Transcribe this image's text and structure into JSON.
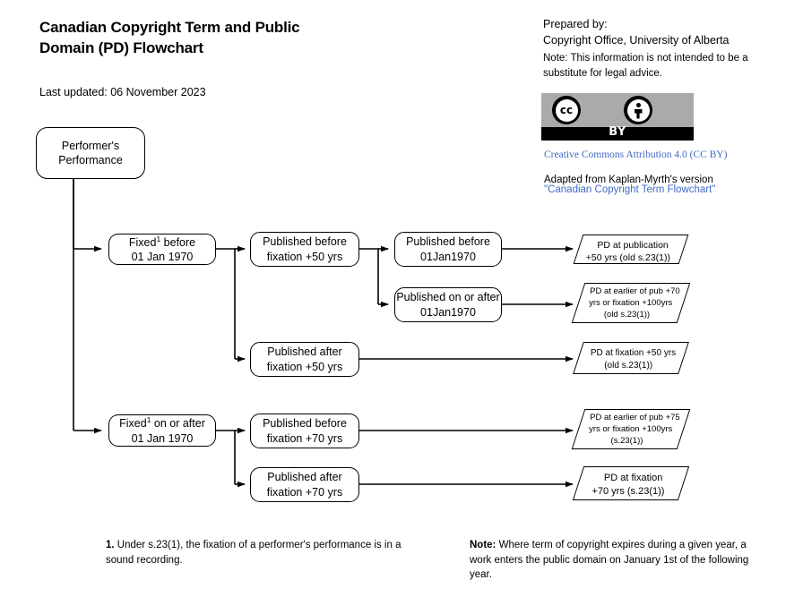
{
  "header": {
    "title": "Canadian Copyright Term and Public Domain (PD) Flowchart",
    "last_updated": "Last updated: 06 November 2023",
    "prepared_by_label": "Prepared by:",
    "prepared_by_org": "Copyright Office, University of Alberta",
    "disclaimer": "Note:  This information is not intended to be a substitute for legal advice.",
    "license_link": "Creative Commons Attribution 4.0 (CC BY)",
    "license_link_color": "#4169c7",
    "adapted_line": "Adapted from Kaplan-Myrth's version",
    "adapted_link": "\"Canadian Copyright Term Flowchart\"",
    "cc_badge": {
      "cc_mark": "cc",
      "by_label": "BY",
      "top_color": "#aaaaaa",
      "bottom_color": "#000000"
    }
  },
  "diagram": {
    "start": {
      "line1": "Performer's",
      "line2": "Performance"
    },
    "branches": [
      {
        "id": "fixed-before-1970",
        "line1_pre": "Fixed",
        "line1_sup": "1",
        "line1_post": " before",
        "line2": "01 Jan 1970",
        "children": [
          {
            "id": "published-before-fixation-50",
            "line1": "Published before",
            "line2": "fixation +50 yrs",
            "children": [
              {
                "id": "published-before-01jan1970",
                "line1": "Published before",
                "line2": "01Jan1970",
                "result": {
                  "id": "pd-at-publication-50",
                  "lines": [
                    "PD at publication",
                    "+50 yrs (old s.23(1))"
                  ]
                }
              },
              {
                "id": "published-on-or-after-01jan1970",
                "line1": "Published on or after",
                "line2": "01Jan1970",
                "result": {
                  "id": "pd-earlier-pub70-fix100",
                  "lines": [
                    "PD at earlier of pub +70",
                    "yrs or fixation +100yrs",
                    "(old s.23(1))"
                  ]
                }
              }
            ]
          },
          {
            "id": "published-after-fixation-50",
            "line1": "Published after",
            "line2": "fixation +50 yrs",
            "result": {
              "id": "pd-at-fixation-50",
              "lines": [
                "PD at fixation +50 yrs",
                "(old s.23(1))"
              ]
            }
          }
        ]
      },
      {
        "id": "fixed-on-or-after-1970",
        "line1_pre": "Fixed",
        "line1_sup": "1",
        "line1_post": " on or after",
        "line2": "01 Jan 1970",
        "children": [
          {
            "id": "published-before-fixation-70",
            "line1": "Published before",
            "line2": "fixation +70 yrs",
            "result": {
              "id": "pd-earlier-pub75-fix100",
              "lines": [
                "PD at earlier of pub +75",
                "yrs or fixation +100yrs",
                "(s.23(1))"
              ]
            }
          },
          {
            "id": "published-after-fixation-70",
            "line1": "Published after",
            "line2": "fixation +70 yrs",
            "result": {
              "id": "pd-at-fixation-70",
              "lines": [
                "PD at fixation",
                "+70 yrs (s.23(1))"
              ]
            }
          }
        ]
      }
    ]
  },
  "footer": {
    "footnote_marker": "1.",
    "footnote_text": " Under s.23(1), the fixation of a performer's performance is in a sound recording.",
    "note_label": "Note:",
    "note_text": " Where term of copyright expires during a given year, a work enters the public domain on January 1st of the following year."
  }
}
